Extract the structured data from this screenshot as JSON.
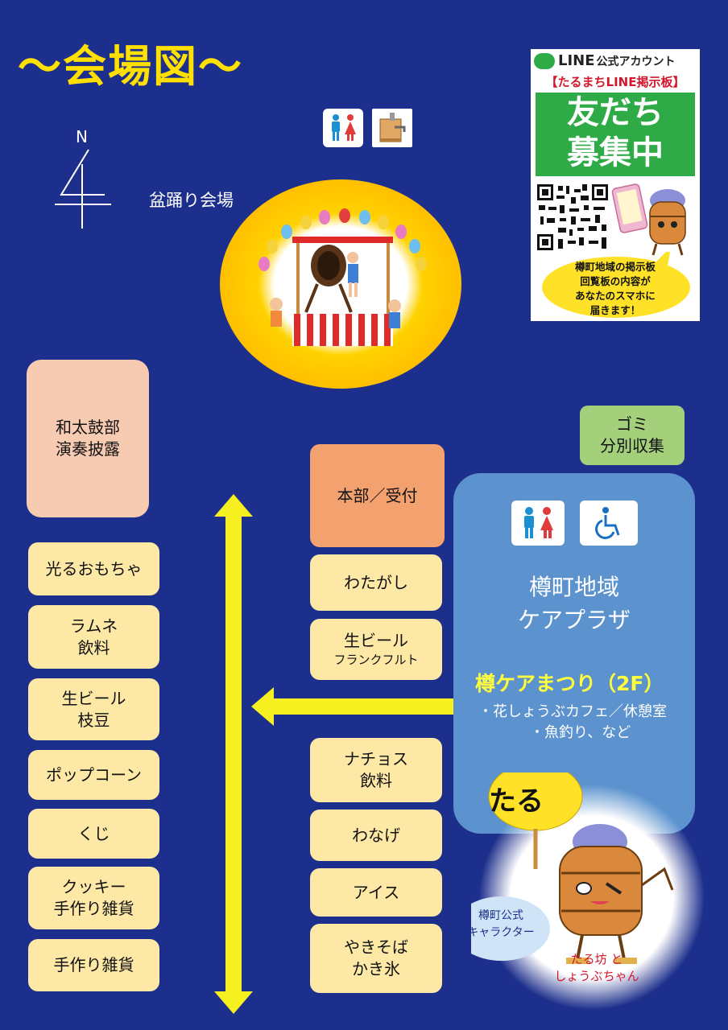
{
  "title": "〜会場図〜",
  "compass": {
    "label": "N"
  },
  "bon_odori": {
    "label": "盆踊り会場"
  },
  "line_card": {
    "brand": "LINE",
    "header": "公式アカウント",
    "subtitle": "【たるまちLINE掲示板】",
    "headline_1": "友だち",
    "headline_2": "募集中",
    "bubble_1": "樽町地域の掲示板",
    "bubble_2": "回覧板の内容が",
    "bubble_3": "あなたのスマホに",
    "bubble_4": "届きます！"
  },
  "left_column": {
    "taiko_1": "和太鼓部",
    "taiko_2": "演奏披露",
    "stalls": [
      {
        "line1": "光るおもちゃ",
        "line2": ""
      },
      {
        "line1": "ラムネ",
        "line2": "飲料"
      },
      {
        "line1": "生ビール",
        "line2": "枝豆"
      },
      {
        "line1": "ポップコーン",
        "line2": ""
      },
      {
        "line1": "くじ",
        "line2": ""
      },
      {
        "line1": "クッキー",
        "line2": "手作り雑貨"
      },
      {
        "line1": "手作り雑貨",
        "line2": ""
      }
    ]
  },
  "middle_column": {
    "hq": "本部／受付",
    "stalls": [
      {
        "line1": "わたがし",
        "line2": ""
      },
      {
        "line1": "生ビール",
        "line2": "フランクフルト"
      },
      {
        "line1": "ナチョス",
        "line2": "飲料"
      },
      {
        "line1": "わなげ",
        "line2": ""
      },
      {
        "line1": "アイス",
        "line2": ""
      },
      {
        "line1": "やきそば",
        "line2": "かき氷"
      }
    ]
  },
  "garbage": {
    "line1": "ゴミ",
    "line2": "分別収集"
  },
  "plaza": {
    "name_1": "樽町地域",
    "name_2": "ケアプラザ",
    "festival": "樽ケアまつり（2F）",
    "item_1": "・花しょうぶカフェ／休憩室",
    "item_2": "・魚釣り、など"
  },
  "character": {
    "fan_text": "たる",
    "bubble_1": "樽町公式",
    "bubble_2": "キャラクター",
    "name_1": "たる坊 と",
    "name_2": "しょうぶちゃん"
  },
  "colors": {
    "background": "#1d2f8c",
    "arrow": "#f6f020",
    "title": "#ffe000",
    "stall": "#fde8a6",
    "plaza": "#5c93cf",
    "line_green": "#2eab46"
  }
}
